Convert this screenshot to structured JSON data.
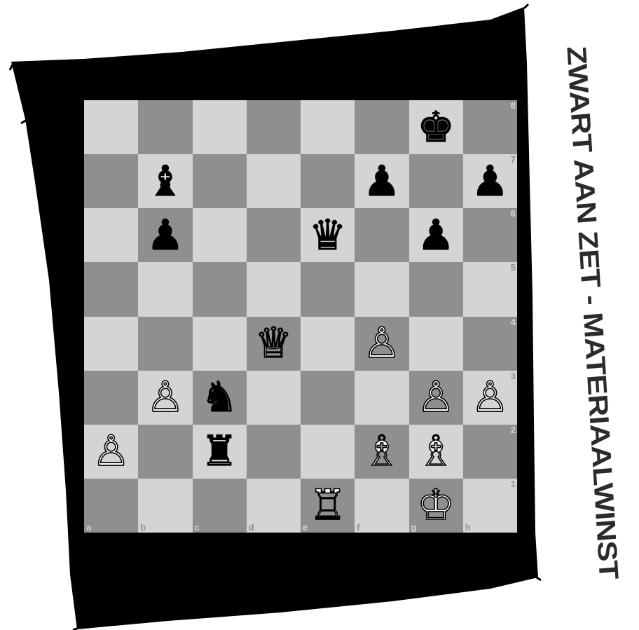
{
  "title": "ZWART AAN ZET - MATERIAALWINST",
  "board": {
    "files": [
      "a",
      "b",
      "c",
      "d",
      "e",
      "f",
      "g",
      "h"
    ],
    "ranks": [
      "8",
      "7",
      "6",
      "5",
      "4",
      "3",
      "2",
      "1"
    ],
    "colors": {
      "light": "#d4d4d4",
      "dark": "#8f8f8f",
      "frame": "#000000"
    },
    "pieces": [
      {
        "square": "g8",
        "color": "black",
        "type": "king",
        "glyph": "♚"
      },
      {
        "square": "b7",
        "color": "black",
        "type": "bishop",
        "glyph": "♝"
      },
      {
        "square": "f7",
        "color": "black",
        "type": "pawn",
        "glyph": "♟"
      },
      {
        "square": "h7",
        "color": "black",
        "type": "pawn",
        "glyph": "♟"
      },
      {
        "square": "b6",
        "color": "black",
        "type": "pawn",
        "glyph": "♟"
      },
      {
        "square": "e6",
        "color": "black",
        "type": "queen",
        "glyph": "♛"
      },
      {
        "square": "g6",
        "color": "black",
        "type": "pawn",
        "glyph": "♟"
      },
      {
        "square": "d4",
        "color": "white",
        "type": "queen",
        "glyph": "♕"
      },
      {
        "square": "f4",
        "color": "white",
        "type": "pawn",
        "glyph": "♙"
      },
      {
        "square": "b3",
        "color": "white",
        "type": "pawn",
        "glyph": "♙"
      },
      {
        "square": "c3",
        "color": "black",
        "type": "knight",
        "glyph": "♞"
      },
      {
        "square": "g3",
        "color": "white",
        "type": "pawn",
        "glyph": "♙"
      },
      {
        "square": "h3",
        "color": "white",
        "type": "pawn",
        "glyph": "♙"
      },
      {
        "square": "a2",
        "color": "white",
        "type": "pawn",
        "glyph": "♙"
      },
      {
        "square": "c2",
        "color": "black",
        "type": "rook",
        "glyph": "♜"
      },
      {
        "square": "f2",
        "color": "white",
        "type": "bishop",
        "glyph": "♗"
      },
      {
        "square": "g2",
        "color": "white",
        "type": "bishop",
        "glyph": "♗"
      },
      {
        "square": "e1",
        "color": "white",
        "type": "rook",
        "glyph": "♖"
      },
      {
        "square": "g1",
        "color": "white",
        "type": "king",
        "glyph": "♔"
      }
    ]
  }
}
